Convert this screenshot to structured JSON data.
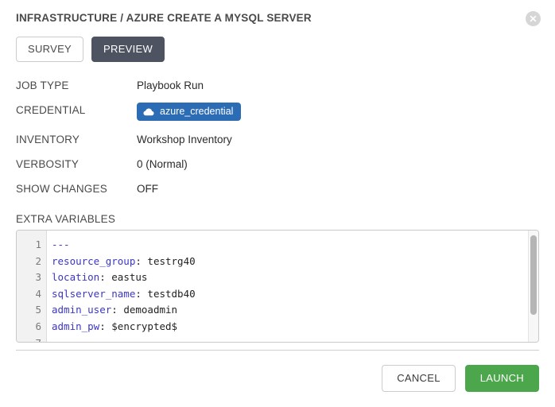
{
  "modal": {
    "title": "INFRASTRUCTURE / AZURE CREATE A MYSQL SERVER",
    "close_icon": "close-circle-icon"
  },
  "tabs": [
    {
      "label": "SURVEY",
      "active": false
    },
    {
      "label": "PREVIEW",
      "active": true
    }
  ],
  "details": [
    {
      "label": "JOB TYPE",
      "value": "Playbook Run",
      "type": "text"
    },
    {
      "label": "CREDENTIAL",
      "value": "azure_credential",
      "type": "badge",
      "icon": "cloud-icon",
      "badge_color": "#2b6cb4"
    },
    {
      "label": "INVENTORY",
      "value": "Workshop Inventory",
      "type": "text"
    },
    {
      "label": "VERBOSITY",
      "value": "0 (Normal)",
      "type": "text"
    },
    {
      "label": "SHOW CHANGES",
      "value": "OFF",
      "type": "text"
    }
  ],
  "extra_variables": {
    "label": "EXTRA VARIABLES",
    "line_numbers": [
      "1",
      "2",
      "3",
      "4",
      "5",
      "6",
      "7"
    ],
    "lines": [
      {
        "key": "---",
        "sep": "",
        "value": ""
      },
      {
        "key": "resource_group",
        "sep": ": ",
        "value": "testrg40"
      },
      {
        "key": "location",
        "sep": ": ",
        "value": "eastus"
      },
      {
        "key": "sqlserver_name",
        "sep": ": ",
        "value": "testdb40"
      },
      {
        "key": "admin_user",
        "sep": ": ",
        "value": "demoadmin"
      },
      {
        "key": "admin_pw",
        "sep": ": ",
        "value": "$encrypted$"
      },
      {
        "key": "",
        "sep": "",
        "value": ""
      }
    ]
  },
  "footer": {
    "cancel_label": "CANCEL",
    "launch_label": "LAUNCH",
    "launch_color": "#4ca64c"
  }
}
